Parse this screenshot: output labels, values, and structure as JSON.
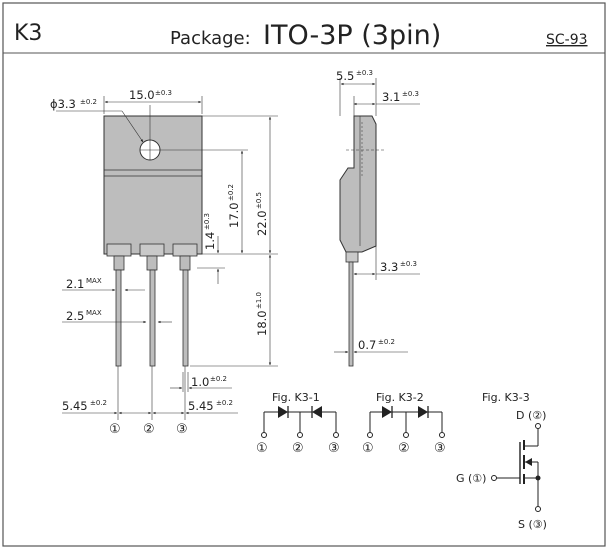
{
  "header": {
    "model": "K3",
    "package_label": "Package:",
    "package_name": "ITO-3P (3pin)",
    "standard": "SC-93"
  },
  "dimensions": {
    "hole_prefix": "ϕ3.3",
    "hole_tol": "±0.2",
    "body_width": "15.0",
    "body_width_tol": "±0.3",
    "body_height": "22.0",
    "body_height_tol": "±0.5",
    "hole_to_base": "17.0",
    "hole_to_base_tol": "±0.2",
    "step": "1.4",
    "step_tol": "±0.3",
    "lead_length": "18.0",
    "lead_length_tol": "±1.0",
    "lead_width_top": "2.1",
    "lead_width_top_tol": "MAX",
    "lead_width_mid": "2.5",
    "lead_width_mid_tol": "MAX",
    "lead_thickness": "1.0",
    "lead_thickness_tol": "±0.2",
    "pitch_left": "5.45",
    "pitch_left_tol": "±0.2",
    "pitch_right": "5.45",
    "pitch_right_tol": "±0.2",
    "depth": "5.5",
    "depth_tol": "±0.3",
    "flange": "3.1",
    "flange_tol": "±0.3",
    "lead_offset": "3.3",
    "lead_offset_tol": "±0.3",
    "lead_side_thickness": "0.7",
    "lead_side_thickness_tol": "±0.2"
  },
  "pins": [
    "①",
    "②",
    "③"
  ],
  "figures": [
    {
      "title": "Fig. K3-1",
      "pins": [
        "①",
        "②",
        "③"
      ]
    },
    {
      "title": "Fig. K3-2",
      "pins": [
        "①",
        "②",
        "③"
      ]
    },
    {
      "title": "Fig. K3-3",
      "terminals": {
        "drain": "D (②)",
        "gate": "G (①)",
        "source": "S (③)"
      }
    }
  ]
}
